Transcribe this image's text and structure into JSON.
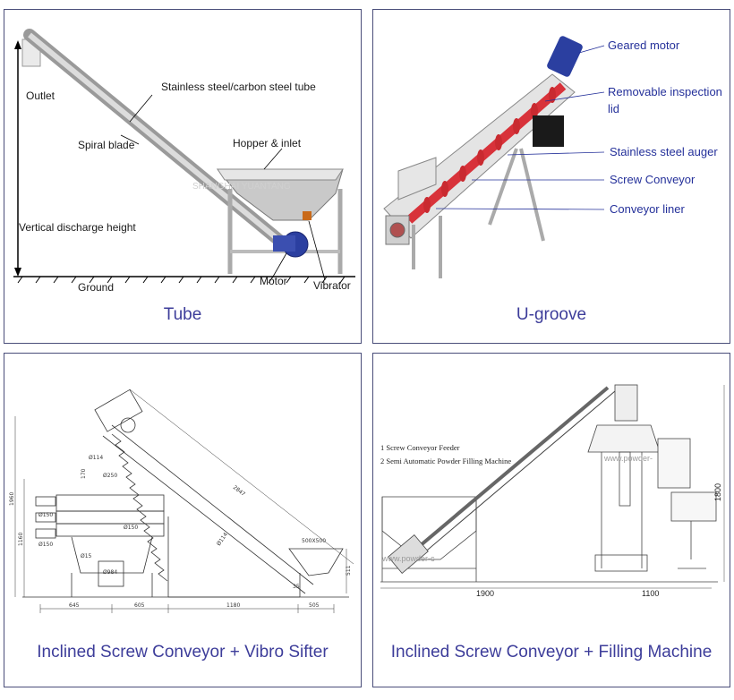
{
  "panels": {
    "tube": {
      "caption": "Tube",
      "labels": {
        "outlet": "Outlet",
        "tube": "Stainless steel/carbon steel tube",
        "spiral": "Spiral blade",
        "hopper": "Hopper & inlet",
        "height": "Vertical discharge height",
        "ground": "Ground",
        "motor": "Motor",
        "vibrator": "Vibrator"
      },
      "watermark": "SHANGHAI YUANTANG"
    },
    "ugroove": {
      "caption": "U-groove",
      "labels": {
        "motor": "Geared motor",
        "lid1": "Removable inspection",
        "lid2": "lid",
        "auger": "Stainless steel auger",
        "conveyor": "Screw Conveyor",
        "liner": "Conveyor liner"
      }
    },
    "sifter": {
      "caption": "Inclined Screw Conveyor + Vibro Sifter",
      "dims": {
        "d_2847": "2847",
        "d_500": "500X500",
        "d_511": "511",
        "d_645": "645",
        "d_605": "605",
        "d_1180": "1180",
        "d_505": "505",
        "d_1960": "1960",
        "d_1160": "1160",
        "d_170": "170",
        "d_114a": "Ø114",
        "d_250": "Ø250",
        "d_150a": "Ø150",
        "d_150b": "Ø150",
        "d_150c": "Ø150",
        "d_15": "Ø15",
        "d_984": "Ø984",
        "d_114b": "Ø114",
        "d_35": "35"
      }
    },
    "filling": {
      "caption": "Inclined Screw Conveyor + Filling Machine",
      "notes": {
        "n1": "1 Screw Conveyor Feeder",
        "n2": "2 Semi Automatic Powder Filling Machine"
      },
      "dims": {
        "d_1900": "1900",
        "d_1100": "1100",
        "d_1800": "1800"
      },
      "watermark1": "www.powder-",
      "watermark2": "www.powder-c"
    }
  },
  "colors": {
    "caption": "#3d3d9a",
    "border": "#4a4e7a",
    "label_blue": "#24309a",
    "motor_blue": "#2b3fa0",
    "auger_red": "#d8323a"
  }
}
